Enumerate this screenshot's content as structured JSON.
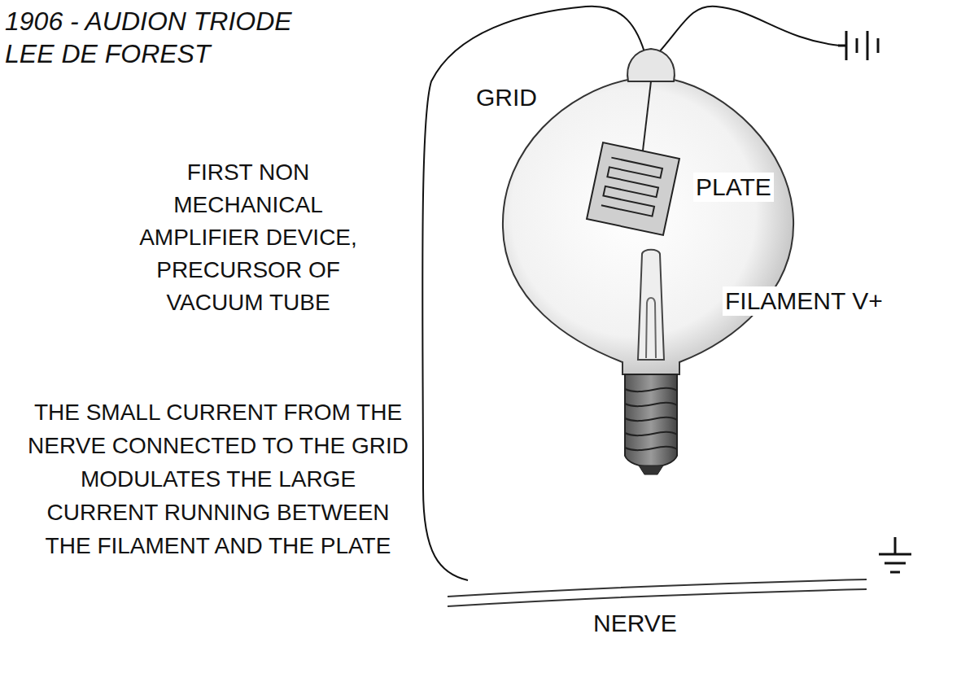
{
  "diagram": {
    "title": "1906 - AUDION TRIODE LEE DE FOREST",
    "labels": [
      "FIRST NON MECHANICAL AMPLIFIER DEVICE, PRECURSOR OF VACUUM TUBE",
      "GRID",
      "PLATE",
      "FILAMENT V+",
      "THE SMALL CURRENT FROM THE NERVE CONNECTED TO THE GRID MODULATES THE LARGE CURRENT RUNNING BETWEEN THE FILAMENT AND THE PLATE",
      "NERVE"
    ]
  }
}
